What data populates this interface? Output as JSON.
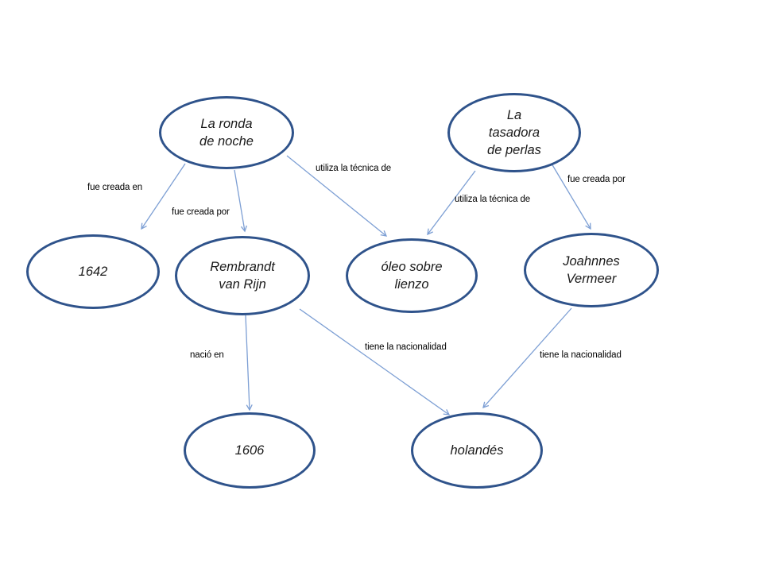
{
  "colors": {
    "background": "#ffffff",
    "node_border": "#2F538B",
    "arrow": "#7D9FD4",
    "node_text": "#1a1a1a",
    "edge_label_text": "#000000"
  },
  "diagram": {
    "nodes": [
      {
        "id": "night-watch",
        "label": "La ronda\nde noche"
      },
      {
        "id": "pearl-weigher",
        "label": "La\ntasadora\nde perlas"
      },
      {
        "id": "year-1642",
        "label": "1642"
      },
      {
        "id": "rembrandt",
        "label": "Rembrandt\nvan Rijn"
      },
      {
        "id": "oil-on-canvas",
        "label": "óleo sobre\nlienzo"
      },
      {
        "id": "vermeer",
        "label": "Joahnnes\nVermeer"
      },
      {
        "id": "year-1606",
        "label": "1606"
      },
      {
        "id": "dutch",
        "label": "holandés"
      }
    ],
    "edges": [
      {
        "from": "night-watch",
        "to": "year-1642",
        "label": "fue creada en"
      },
      {
        "from": "night-watch",
        "to": "rembrandt",
        "label": "fue creada por"
      },
      {
        "from": "night-watch",
        "to": "oil-on-canvas",
        "label": "utiliza la técnica de"
      },
      {
        "from": "pearl-weigher",
        "to": "oil-on-canvas",
        "label": "utiliza la técnica de"
      },
      {
        "from": "pearl-weigher",
        "to": "vermeer",
        "label": "fue creada por"
      },
      {
        "from": "rembrandt",
        "to": "year-1606",
        "label": "nació en"
      },
      {
        "from": "rembrandt",
        "to": "dutch",
        "label": "tiene la nacionalidad"
      },
      {
        "from": "vermeer",
        "to": "dutch",
        "label": "tiene la nacionalidad"
      }
    ]
  }
}
